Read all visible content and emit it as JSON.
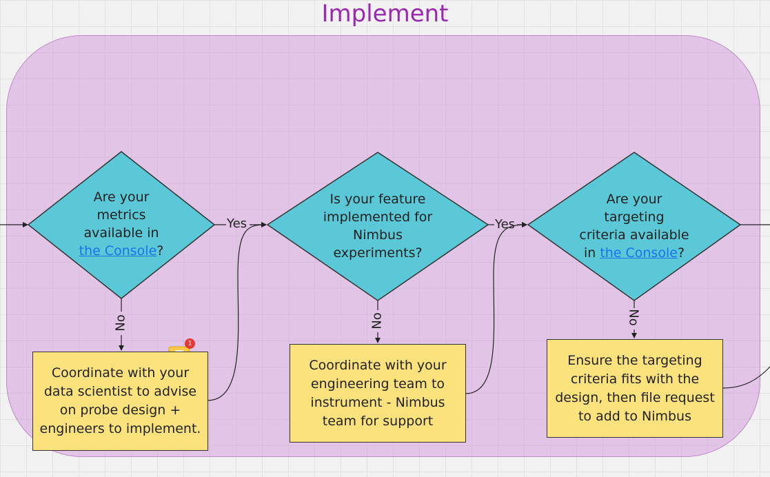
{
  "title": "Implement",
  "decisions": [
    {
      "line1": "Are your",
      "line2": "metrics",
      "line3": "available in",
      "link": "the Console",
      "suffix": "?"
    },
    {
      "line1": "Is your feature",
      "line2": "implemented for",
      "line3": "Nimbus",
      "line4": "experiments?"
    },
    {
      "line1": "Are your",
      "line2": "targeting",
      "line3": "criteria available",
      "prefix": "in ",
      "link": "the Console",
      "suffix": "?"
    }
  ],
  "actions": [
    "Coordinate with your data scientist to advise on probe design + engineers to implement.",
    "Coordinate with your engineering team to instrument - Nimbus team for support",
    "Ensure the targeting criteria fits with the design, then file request to add to Nimbus"
  ],
  "edges": {
    "yes": "Yes",
    "no": "No"
  },
  "comment": {
    "count": "1"
  },
  "colors": {
    "title": "#9c27b0",
    "region": "#dcb3df",
    "diamond": "#5bc8d8",
    "action": "#fbe27d",
    "badge": "#e53935",
    "comment": "#f7c948"
  }
}
